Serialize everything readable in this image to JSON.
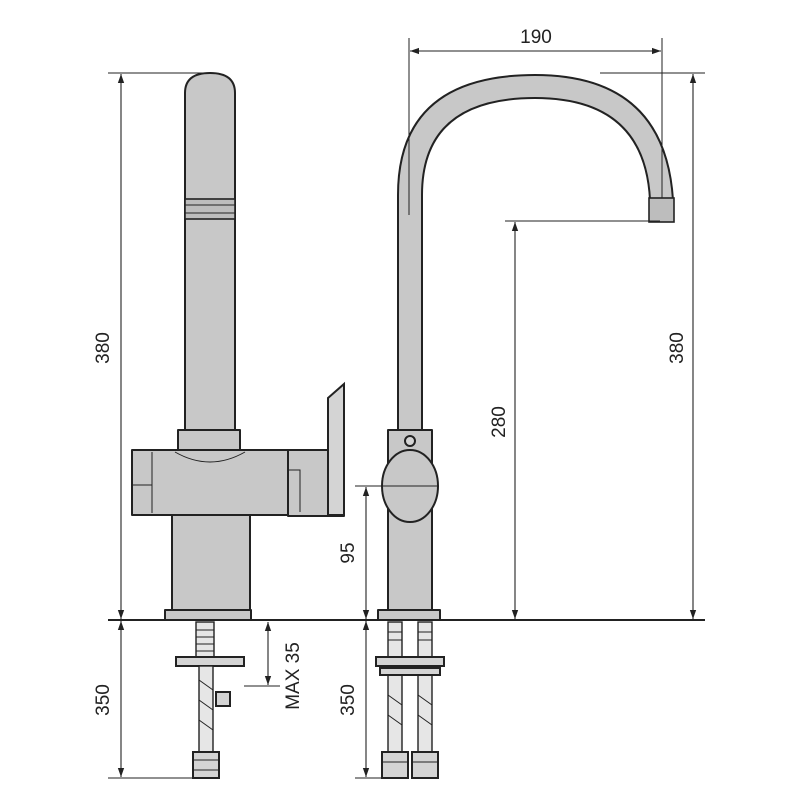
{
  "dimensions": {
    "left_total_height": "380",
    "left_below_counter": "350",
    "mount_thickness": "MAX 35",
    "spout_reach": "190",
    "right_total_height": "380",
    "spout_clearance": "280",
    "lever_height": "95",
    "right_below_counter": "350"
  },
  "colors": {
    "body_fill": "#c8c8c8",
    "line": "#222222"
  }
}
